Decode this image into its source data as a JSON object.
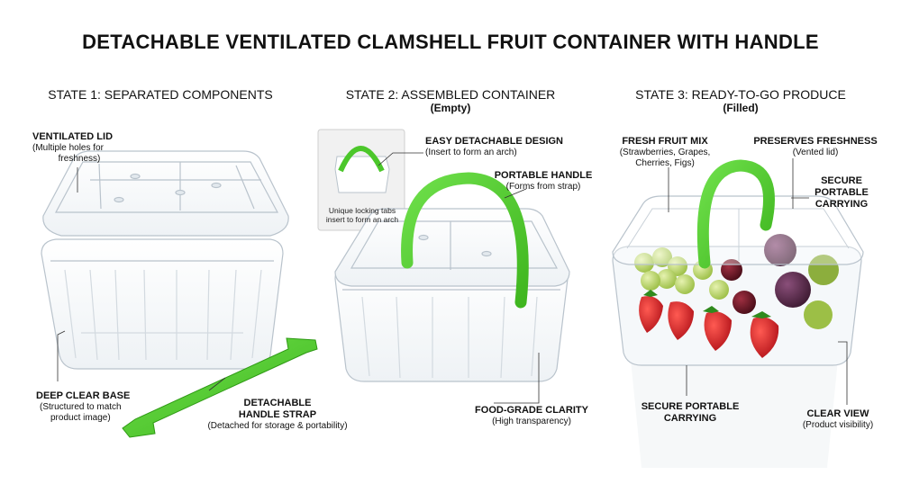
{
  "title": "DETACHABLE VENTILATED CLAMSHELL FRUIT CONTAINER WITH HANDLE",
  "colors": {
    "handle_green": "#4cc72b",
    "plastic_edge": "#b9c3cc",
    "strawberry": "#d8262b",
    "grape": "#b7d46a",
    "fig": "#5b2c4a"
  },
  "state1": {
    "title": "STATE 1: SEPARATED COMPONENTS",
    "lid": {
      "name": "VENTILATED LID",
      "desc1": "(Multiple holes for",
      "desc2": "freshness)"
    },
    "base": {
      "name": "DEEP CLEAR BASE",
      "desc1": "(Structured to match",
      "desc2": "product image)"
    },
    "strap": {
      "name1": "DETACHABLE",
      "name2": "HANDLE STRAP",
      "desc": "(Detached for storage & portability)"
    }
  },
  "state2": {
    "title": "STATE 2: ASSEMBLED CONTAINER",
    "subtitle": "(Empty)",
    "inset": {
      "line1": "Unique locking tabs",
      "line2": "insert to form an arch"
    },
    "design": {
      "name": "EASY DETACHABLE DESIGN",
      "desc": "(Insert to form an arch)"
    },
    "handle": {
      "name": "PORTABLE HANDLE",
      "desc": "(Forms from strap)"
    },
    "clarity": {
      "name": "FOOD-GRADE CLARITY",
      "desc": "(High transparency)"
    }
  },
  "state3": {
    "title": "STATE 3: READY-TO-GO PRODUCE",
    "subtitle": "(Filled)",
    "fruit": {
      "name": "FRESH FRUIT MIX",
      "desc1": "(Strawberries, Grapes,",
      "desc2": "Cherries, Figs)"
    },
    "fresh": {
      "name": "PRESERVES FRESHNESS",
      "desc": "(Vented lid)"
    },
    "secure_right": {
      "line1": "SECURE",
      "line2": "PORTABLE",
      "line3": "CARRYING"
    },
    "secure_bottom": {
      "line1": "SECURE PORTABLE",
      "line2": "CARRYING"
    },
    "view": {
      "name": "CLEAR VIEW",
      "desc": "(Product visibility)"
    }
  }
}
